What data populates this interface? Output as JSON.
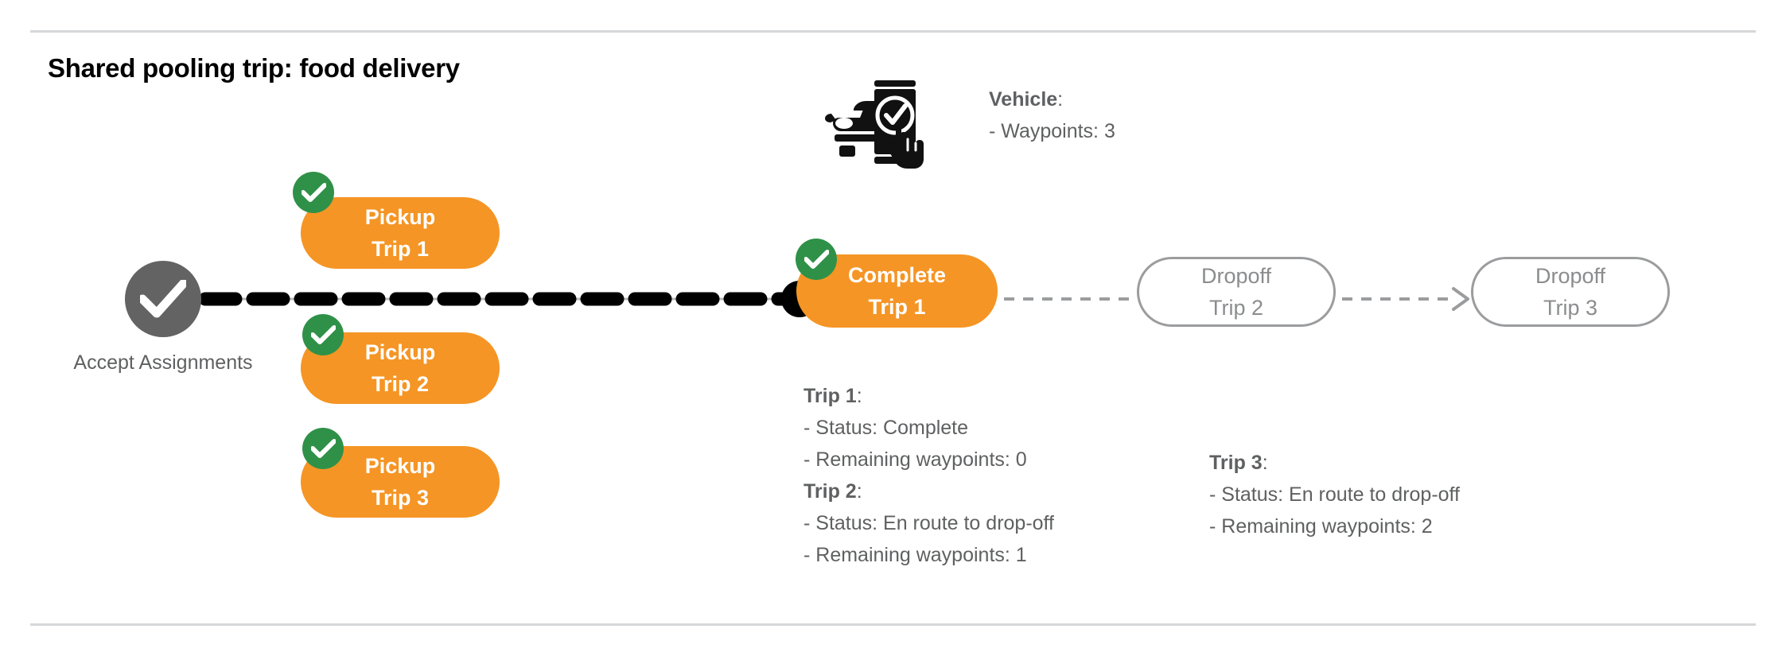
{
  "page": {
    "title": "Shared pooling trip: food delivery"
  },
  "colors": {
    "pill_fill": "#f59525",
    "badge_green": "#2f9148",
    "accept_gray": "#636363",
    "outline_gray": "#9b9c9e",
    "text_gray": "#5f6061",
    "divider": "#d6d7d9",
    "wire_black": "#000000",
    "wire_gray": "#9b9c9e"
  },
  "flow": {
    "start_node": {
      "icon": "check-circle-icon",
      "label_line1": "Accept",
      "label_line2": "Assignments"
    },
    "pickups": [
      {
        "badge": "check-badge-icon",
        "line1": "Pickup",
        "line2": "Trip 1"
      },
      {
        "badge": "check-badge-icon",
        "line1": "Pickup",
        "line2": "Trip 2"
      },
      {
        "badge": "check-badge-icon",
        "line1": "Pickup",
        "line2": "Trip 3"
      }
    ],
    "complete": {
      "badge": "check-badge-icon",
      "line1": "Complete",
      "line2": "Trip 1"
    },
    "dropoffs": [
      {
        "line1": "Dropoff",
        "line2": "Trip 2"
      },
      {
        "line1": "Dropoff",
        "line2": "Trip 3"
      }
    ]
  },
  "vehicle": {
    "icon": "car-phone-check-icon",
    "header": "Vehicle",
    "header_suffix": ":",
    "waypoints_line": "- Waypoints: 3"
  },
  "trips": [
    {
      "header": "Trip 1",
      "header_suffix": ":",
      "status_line": "- Status:  Complete",
      "waypoints_line": "- Remaining waypoints: 0"
    },
    {
      "header": "Trip 2",
      "header_suffix": ":",
      "status_line": "- Status:  En route to drop-off",
      "waypoints_line": "- Remaining waypoints: 1"
    },
    {
      "header": "Trip 3",
      "header_suffix": ":",
      "status_line": "- Status:  En route to drop-off",
      "waypoints_line": "- Remaining waypoints: 2"
    }
  ]
}
